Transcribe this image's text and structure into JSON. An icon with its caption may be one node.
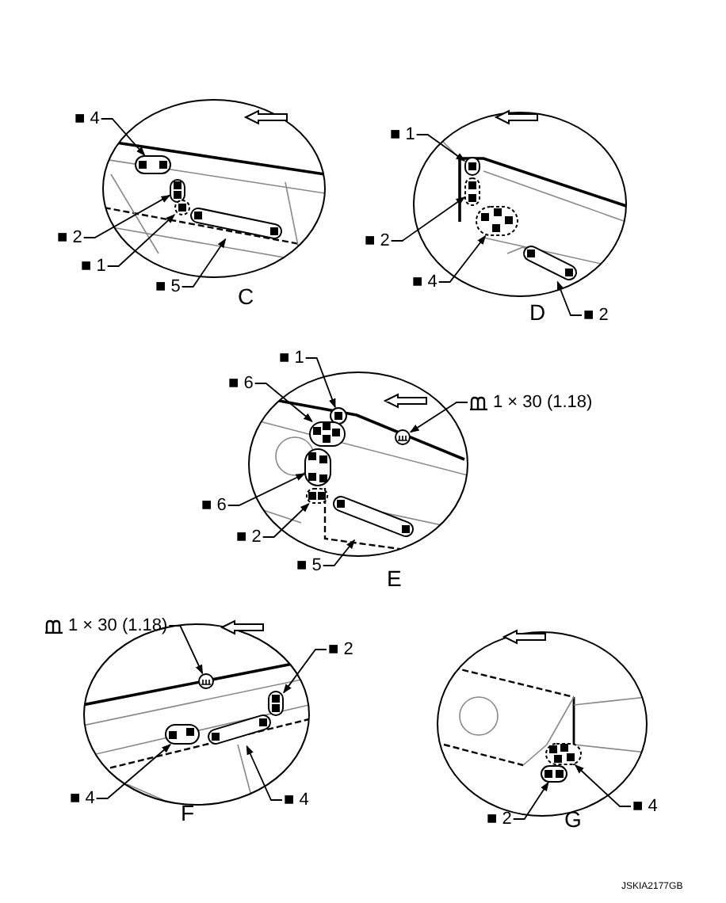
{
  "diagram": {
    "nodes": [
      {
        "text": [
          "■ 4"
        ]
      },
      {
        "text": [],
        "shape": "box"
      },
      {
        "text": [
          "■ 2"
        ]
      },
      {
        "text": [],
        "shape": "box"
      },
      {
        "text": [
          "■ 1"
        ]
      },
      {
        "text": [],
        "shape": "circle"
      },
      {
        "text": [
          "■ 5"
        ]
      },
      {
        "text": [],
        "shape": "box"
      },
      {
        "text": [
          "■ 1"
        ]
      },
      {
        "text": [],
        "shape": "box"
      },
      {
        "text": [
          "■ 2"
        ]
      },
      {
        "text": [],
        "shape": "box"
      },
      {
        "text": [
          "■ 4"
        ]
      },
      {
        "text": [],
        "shape": "box"
      },
      {
        "text": [
          "■ 2"
        ]
      },
      {
        "text": [],
        "shape": "box"
      },
      {
        "text": [
          "■ 1"
        ]
      },
      {
        "text": [],
        "shape": "circle"
      },
      {
        "text": [
          "■ 6"
        ]
      },
      {
        "text": [],
        "shape": "box"
      },
      {
        "text": [
          "1 × 30 (1.18)"
        ]
      },
      {
        "text": [],
        "shape": "circle"
      },
      {
        "text": [
          "■ 6"
        ]
      },
      {
        "text": [],
        "shape": "box"
      },
      {
        "text": [
          "■ 2"
        ]
      },
      {
        "text": [],
        "shape": "box"
      },
      {
        "text": [
          "■ 5"
        ]
      },
      {
        "text": [],
        "shape": "box"
      },
      {
        "text": [
          "1 × 30 (1.18)"
        ]
      },
      {
        "text": [],
        "shape": "circle"
      },
      {
        "text": [
          "■ 2"
        ]
      },
      {
        "text": [],
        "shape": "box"
      },
      {
        "text": [
          "■ 4"
        ]
      },
      {
        "text": [],
        "shape": "box"
      },
      {
        "text": [
          "■ 4"
        ]
      },
      {
        "text": [],
        "shape": "box"
      },
      {
        "text": [
          "■ 2"
        ]
      },
      {
        "text": [],
        "shape": "box"
      },
      {
        "text": [
          "■ 4"
        ]
      },
      {
        "text": [],
        "shape": "box"
      }
    ],
    "edges": [
      {
        "from": 0,
        "to": 1,
        "arrow": "to"
      },
      {
        "from": 2,
        "to": 3,
        "arrow": "to"
      },
      {
        "from": 4,
        "to": 5,
        "arrow": "to"
      },
      {
        "from": 6,
        "to": 7,
        "arrow": "to"
      },
      {
        "from": 8,
        "to": 9,
        "arrow": "to"
      },
      {
        "from": 10,
        "to": 11,
        "arrow": "to"
      },
      {
        "from": 12,
        "to": 13,
        "arrow": "to"
      },
      {
        "from": 14,
        "to": 15,
        "arrow": "to"
      },
      {
        "from": 16,
        "to": 17,
        "arrow": "to"
      },
      {
        "from": 18,
        "to": 19,
        "arrow": "to"
      },
      {
        "from": 20,
        "to": 21,
        "arrow": "to"
      },
      {
        "from": 22,
        "to": 23,
        "arrow": "to"
      },
      {
        "from": 24,
        "to": 25,
        "arrow": "to"
      },
      {
        "from": 26,
        "to": 27,
        "arrow": "to"
      },
      {
        "from": 28,
        "to": 29,
        "arrow": "to"
      },
      {
        "from": 30,
        "to": 31,
        "arrow": "to"
      },
      {
        "from": 32,
        "to": 33,
        "arrow": "to"
      },
      {
        "from": 34,
        "to": 35,
        "arrow": "to"
      },
      {
        "from": 36,
        "to": 37,
        "arrow": "to"
      },
      {
        "from": 38,
        "to": 39,
        "arrow": "to"
      }
    ],
    "labels": [
      "C",
      "D",
      "E",
      "F",
      "G",
      "JSKIA2177GB"
    ]
  }
}
